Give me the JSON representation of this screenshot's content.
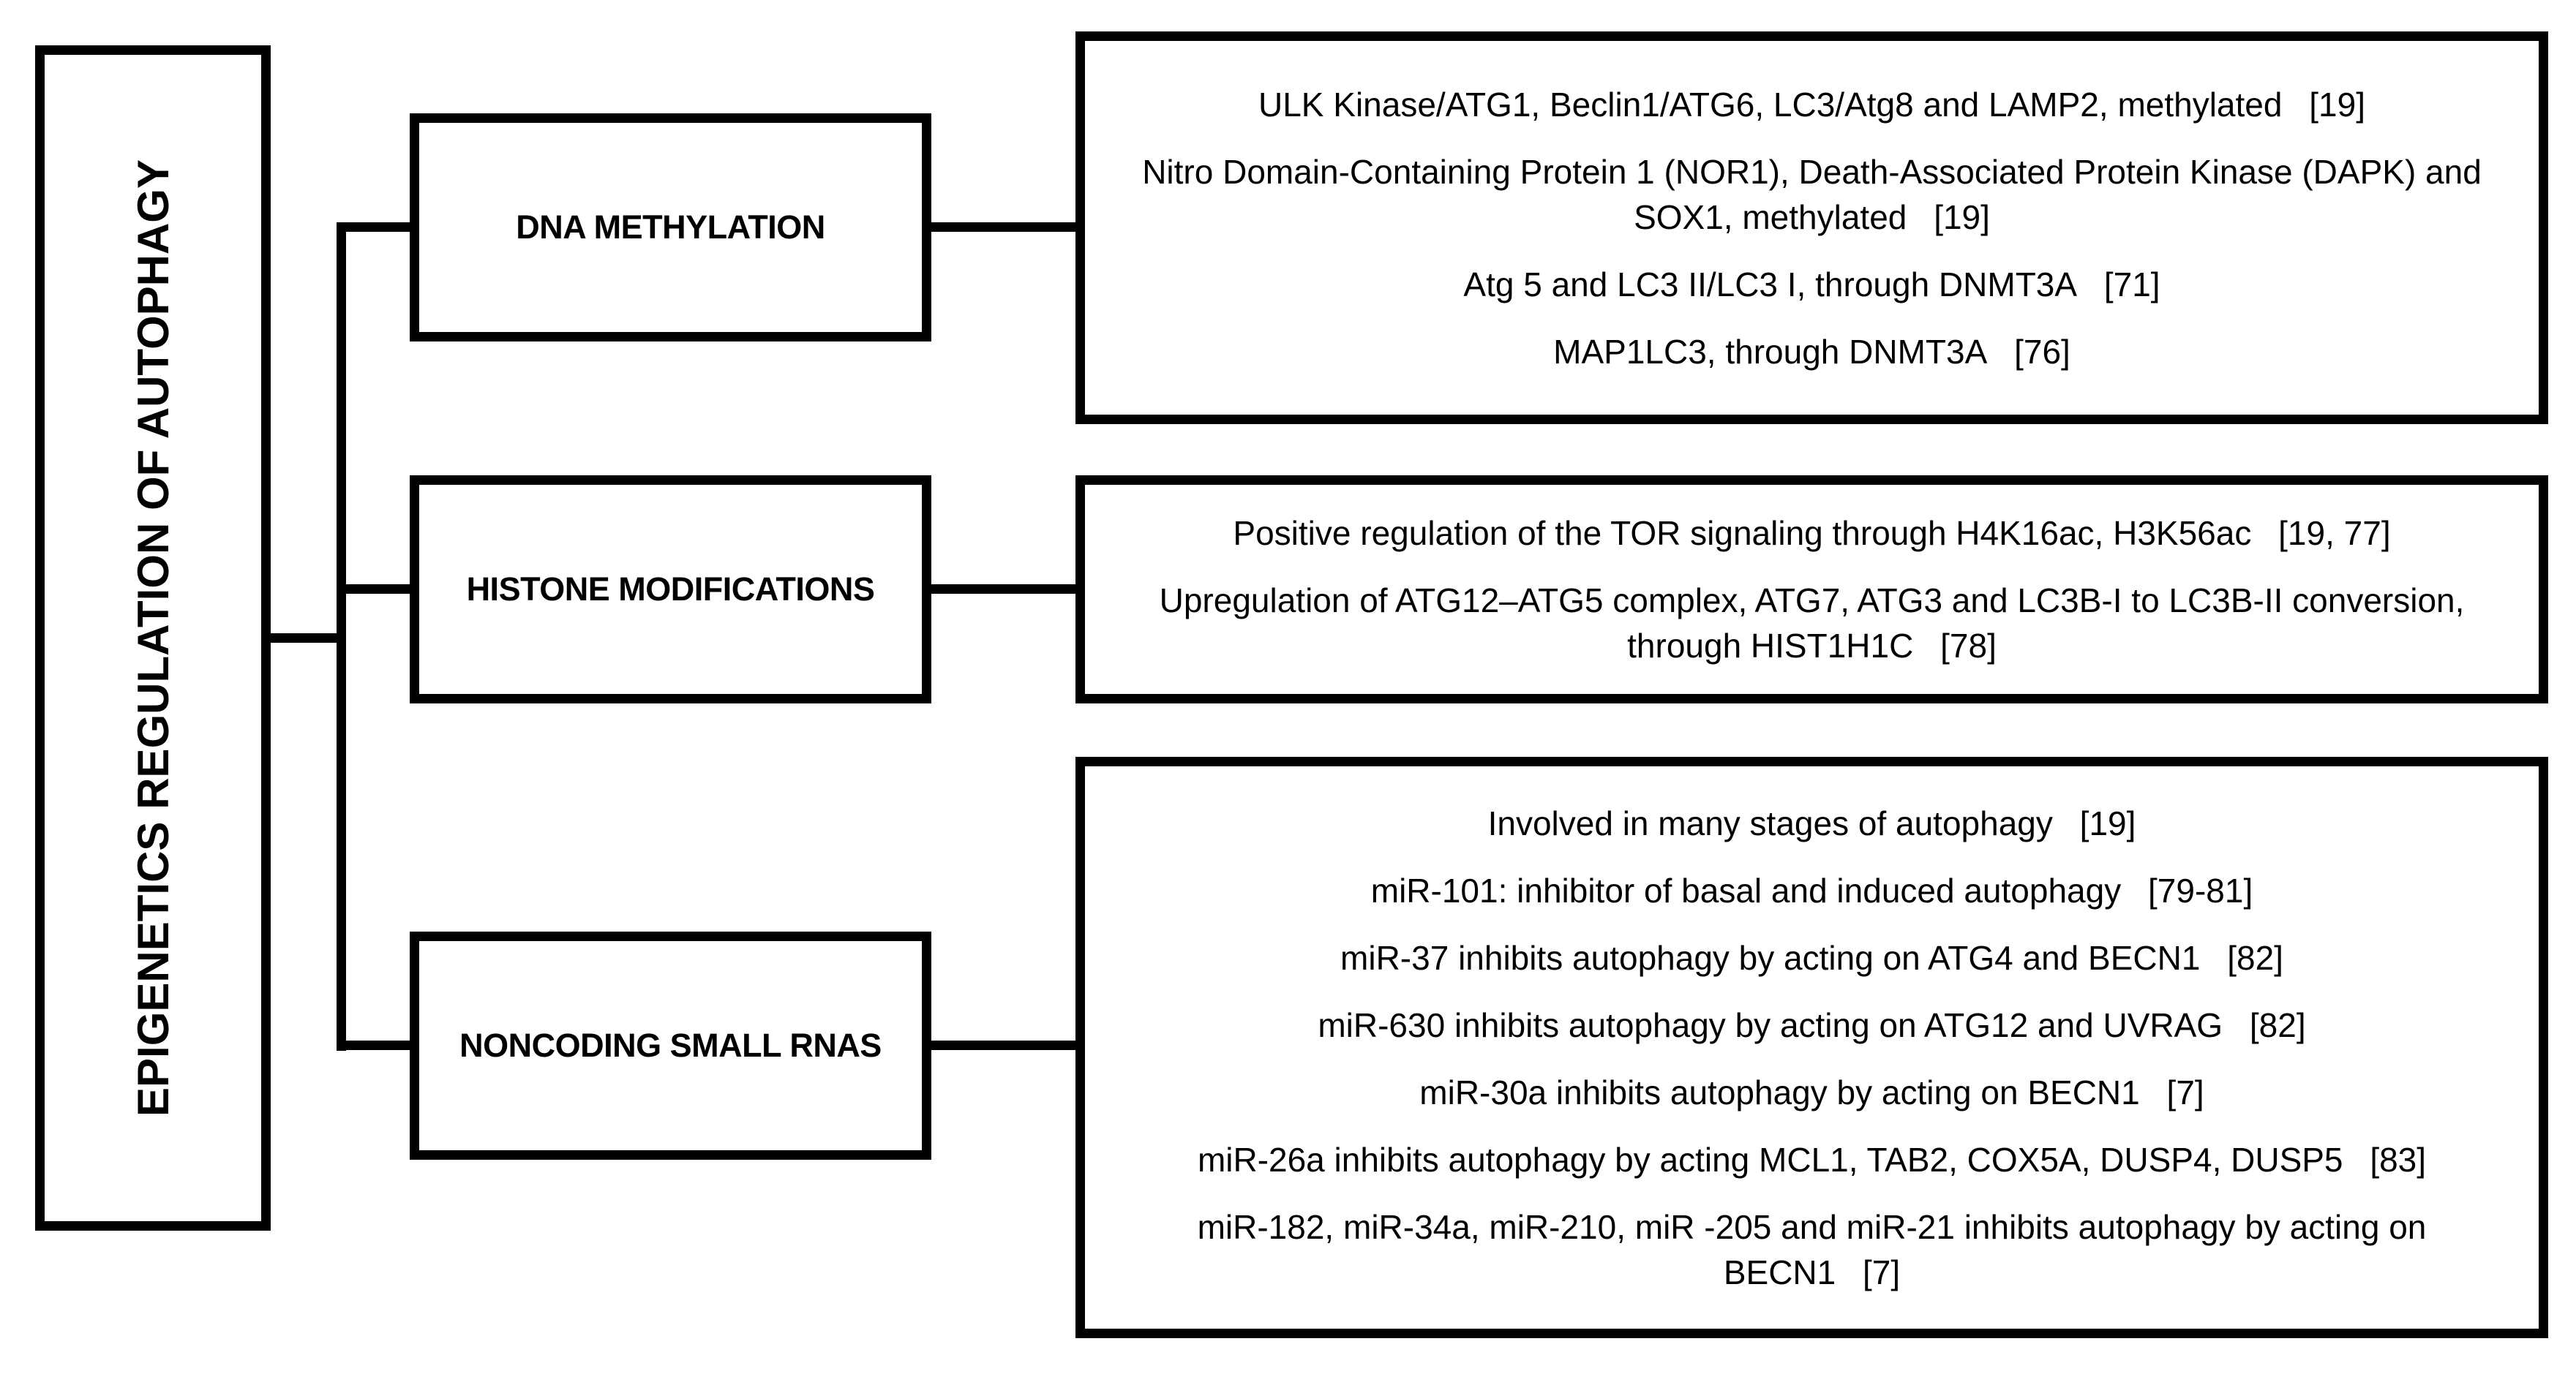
{
  "title": "EPIGENETICS REGULATION OF AUTOPHAGY",
  "colors": {
    "line": "#000000",
    "background": "#ffffff",
    "text": "#000000"
  },
  "branches": [
    {
      "label": "DNA METHYLATION",
      "items": [
        {
          "text": "ULK Kinase/ATG1, Beclin1/ATG6, LC3/Atg8 and LAMP2, methylated",
          "ref": "[19]"
        },
        {
          "text": "Nitro Domain-Containing Protein 1 (NOR1), Death-Associated Protein Kinase (DAPK) and SOX1, methylated",
          "ref": "[19]"
        },
        {
          "text": "Atg 5 and LC3 II/LC3 I, through DNMT3A",
          "ref": "[71]"
        },
        {
          "text": "MAP1LC3, through DNMT3A",
          "ref": "[76]"
        }
      ]
    },
    {
      "label": "HISTONE MODIFICATIONS",
      "items": [
        {
          "text": "Positive regulation of the TOR signaling through H4K16ac, H3K56ac",
          "ref": "[19, 77]"
        },
        {
          "text": "Upregulation of ATG12–ATG5 complex, ATG7, ATG3 and LC3B-I to LC3B-II conversion, through HIST1H1C",
          "ref": "[78]"
        }
      ]
    },
    {
      "label": "NONCODING SMALL RNAS",
      "items": [
        {
          "text": "Involved in many stages of autophagy",
          "ref": "[19]"
        },
        {
          "text": "miR-101: inhibitor of basal and induced autophagy",
          "ref": "[79-81]"
        },
        {
          "text": "miR-37 inhibits autophagy by acting on ATG4 and BECN1",
          "ref": "[82]"
        },
        {
          "text": "miR-630 inhibits autophagy by acting on ATG12 and UVRAG",
          "ref": "[82]"
        },
        {
          "text": "miR-30a inhibits autophagy by acting on BECN1",
          "ref": "[7]"
        },
        {
          "text": "miR-26a  inhibits autophagy by acting MCL1, TAB2, COX5A, DUSP4, DUSP5",
          "ref": "[83]"
        },
        {
          "text": "miR-182, miR-34a, miR-210, miR -205 and miR-21 inhibits autophagy by acting on BECN1",
          "ref": "[7]"
        }
      ]
    }
  ]
}
